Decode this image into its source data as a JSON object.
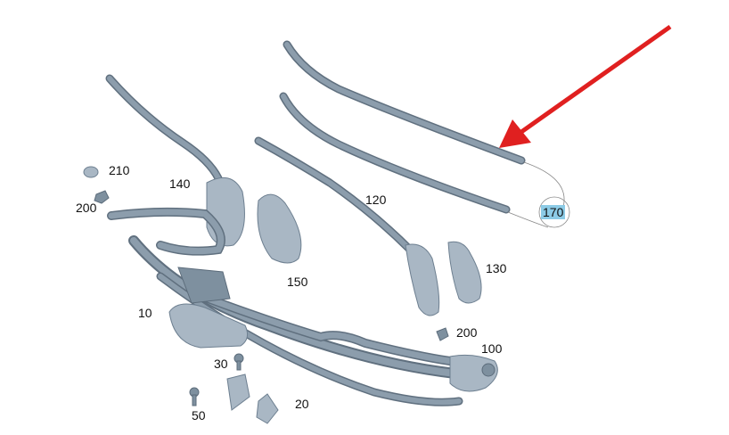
{
  "diagram": {
    "callouts": [
      {
        "id": "210",
        "label": "210"
      },
      {
        "id": "140",
        "label": "140"
      },
      {
        "id": "200a",
        "label": "200"
      },
      {
        "id": "120",
        "label": "120"
      },
      {
        "id": "170",
        "label": "170",
        "highlighted": true
      },
      {
        "id": "150",
        "label": "150"
      },
      {
        "id": "130",
        "label": "130"
      },
      {
        "id": "10",
        "label": "10"
      },
      {
        "id": "200b",
        "label": "200"
      },
      {
        "id": "100",
        "label": "100"
      },
      {
        "id": "30",
        "label": "30"
      },
      {
        "id": "50",
        "label": "50"
      },
      {
        "id": "20",
        "label": "20"
      }
    ],
    "colors": {
      "part": "#a9b7c4",
      "arrow": "#e02020",
      "highlight": "#8ccbe6"
    }
  }
}
